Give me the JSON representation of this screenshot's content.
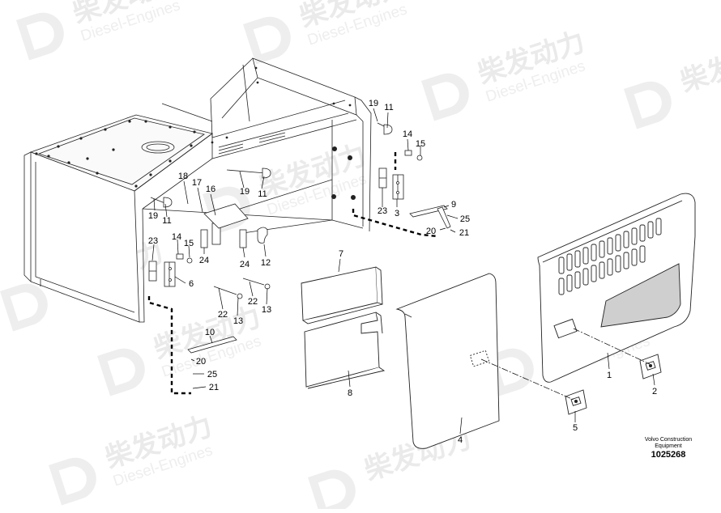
{
  "watermark": {
    "brand_cn": "柴发动力",
    "brand_en": "Diesel-Engines"
  },
  "callouts": [
    "19",
    "11",
    "14",
    "15",
    "3",
    "9",
    "25",
    "20",
    "21",
    "23",
    "18",
    "17",
    "16",
    "19",
    "11",
    "19",
    "11",
    "14",
    "15",
    "24",
    "24",
    "12",
    "23",
    "6",
    "7",
    "22",
    "13",
    "22",
    "13",
    "10",
    "20",
    "25",
    "21",
    "8",
    "4",
    "5",
    "1",
    "2"
  ],
  "footer": {
    "company": "Volvo Construction Equipment",
    "drawing_number": "1025268"
  }
}
